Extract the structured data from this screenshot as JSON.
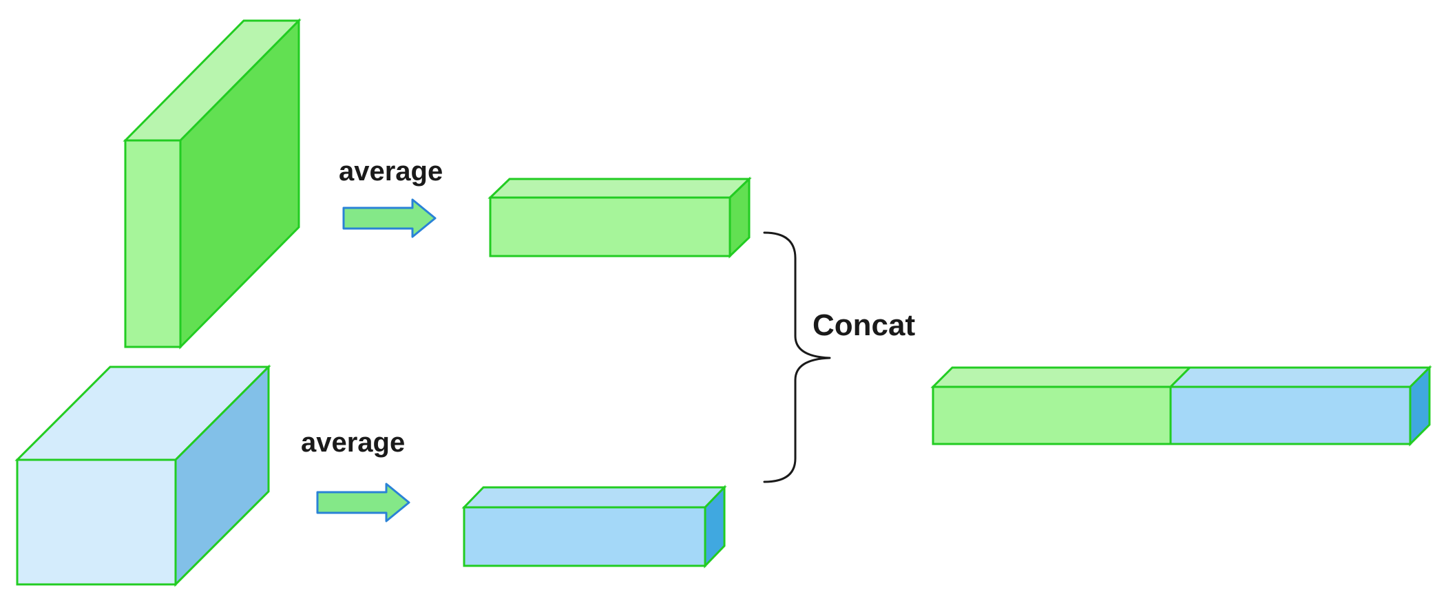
{
  "labels": {
    "average_top": "average",
    "average_bottom": "average",
    "concat": "Concat"
  },
  "colors": {
    "green_front": "#a6f59a",
    "green_top": "#b8f5ae",
    "green_side": "#62e052",
    "green_edge": "#22cc22",
    "blue_front": "#d4ecfc",
    "blue_side": "#82c0e8",
    "blue_bar_front": "#a4d8f8",
    "blue_bar_top": "#b4def8",
    "blue_bar_side": "#40a8e0",
    "arrow_fill": "#84e888",
    "arrow_edge": "#2a82d6",
    "brace": "#1a1a1a"
  }
}
